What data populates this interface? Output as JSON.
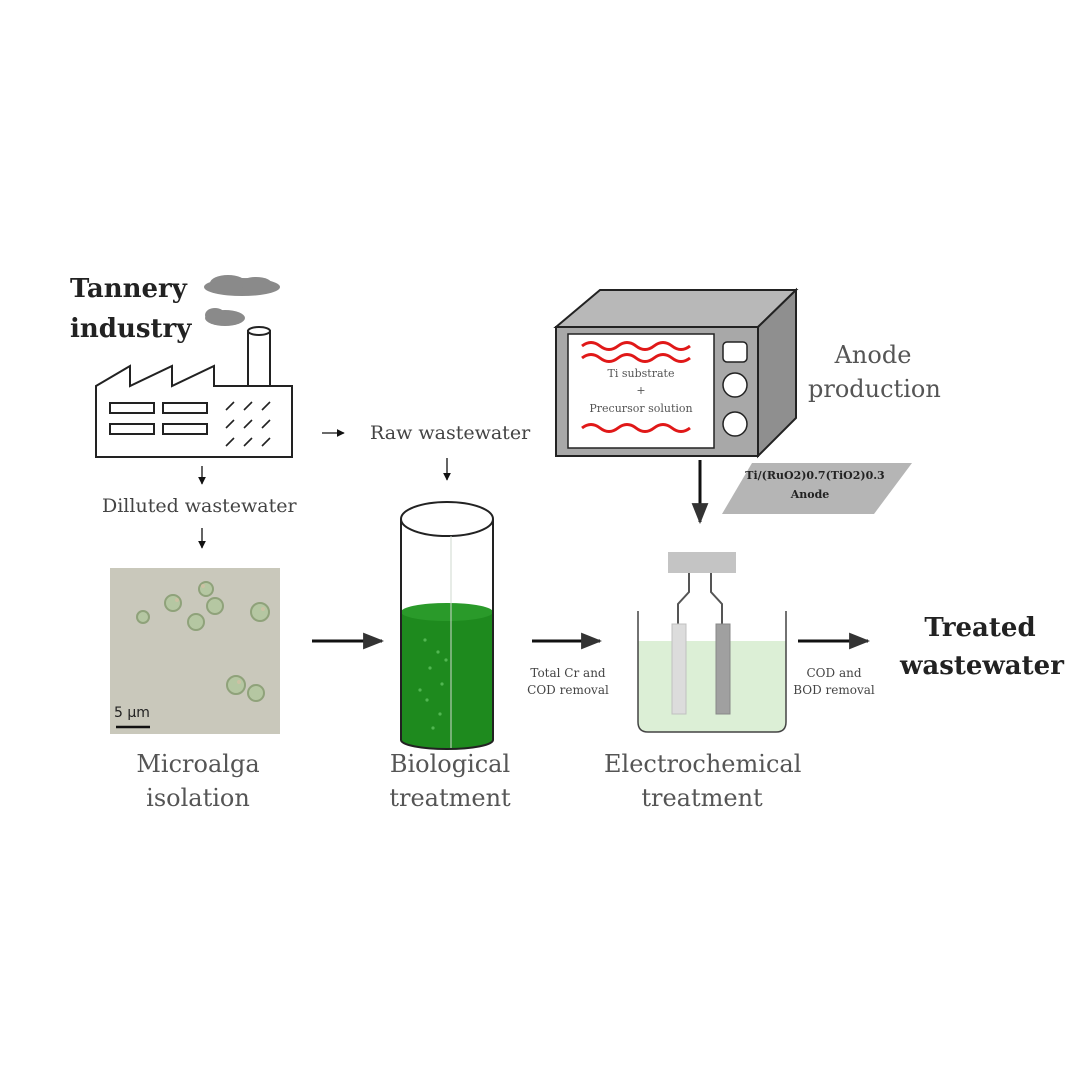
{
  "labels": {
    "tannery_line1": "Tannery",
    "tannery_line2": "industry",
    "raw_wastewater": "Raw wastewater",
    "diluted_wastewater": "Dilluted wastewater",
    "anode_line1": "Anode",
    "anode_line2": "production",
    "oven_line1": "Ti substrate",
    "oven_line2": "+",
    "oven_line3": "Precursor solution",
    "anode_formula": "Ti/(RuO2)0.7(TiO2)0.3",
    "anode_word": "Anode",
    "scale_bar": "5 µm",
    "bio_removal_line1": "Total Cr and",
    "bio_removal_line2": "COD removal",
    "electro_removal_line1": "COD and",
    "electro_removal_line2": "BOD removal",
    "treated_line1": "Treated",
    "treated_line2": "wastewater",
    "microalga_line1": "Microalga",
    "microalga_line2": "isolation",
    "biological_line1": "Biological",
    "biological_line2": "treatment",
    "electro_line1": "Electrochemical",
    "electro_line2": "treatment"
  },
  "colors": {
    "green_liquid": "#1e8a1e",
    "oven_body": "#a8a8a8",
    "heater_waves": "#e01818",
    "electrolyte": "#dcefd6",
    "micrograph_bg": "#c9c8bb"
  }
}
